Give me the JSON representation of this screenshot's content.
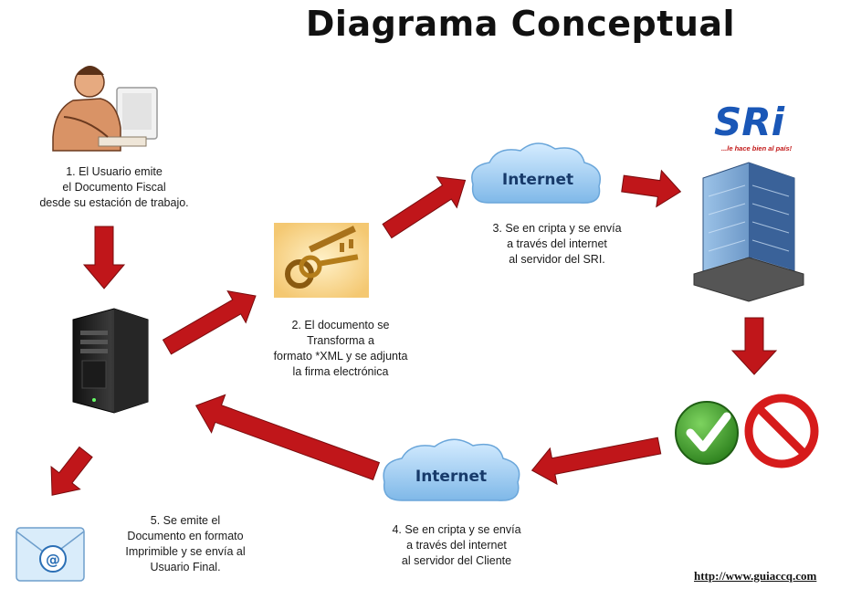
{
  "title": "Diagrama Conceptual",
  "steps": {
    "step1": "1. El Usuario emite\nel Documento  Fiscal\ndesde su estación de trabajo.",
    "step2": "2. El documento  se\nTransforma a\nformato  *XML y se adjunta\nla firma electrónica",
    "step3": "3. Se en cripta y se envía\na través del internet\nal servidor del SRI.",
    "step4": "4. Se en cripta y se envía\na través del internet\nal servidor del Cliente",
    "step5": "5. Se emite el\nDocumento  en formato\nImprimible y se envía al\nUsuario Final."
  },
  "clouds": {
    "top": "Internet",
    "bottom": "Internet"
  },
  "sri": {
    "logo": "SRi",
    "tagline": "...le hace bien al país!"
  },
  "footer": "http://www.guiaccq.com",
  "icons": [
    "user-at-computer-icon",
    "server-tower-icon",
    "keys-icon",
    "cloud-icon",
    "sri-building-icon",
    "check-icon",
    "prohibited-icon",
    "email-icon",
    "arrow-icon"
  ],
  "colors": {
    "arrow": "#c0161a",
    "cloud": "#9ecbf0",
    "check": "#3e9e2c",
    "prohibited": "#d61b1b",
    "sri_blue": "#1a57b7"
  }
}
